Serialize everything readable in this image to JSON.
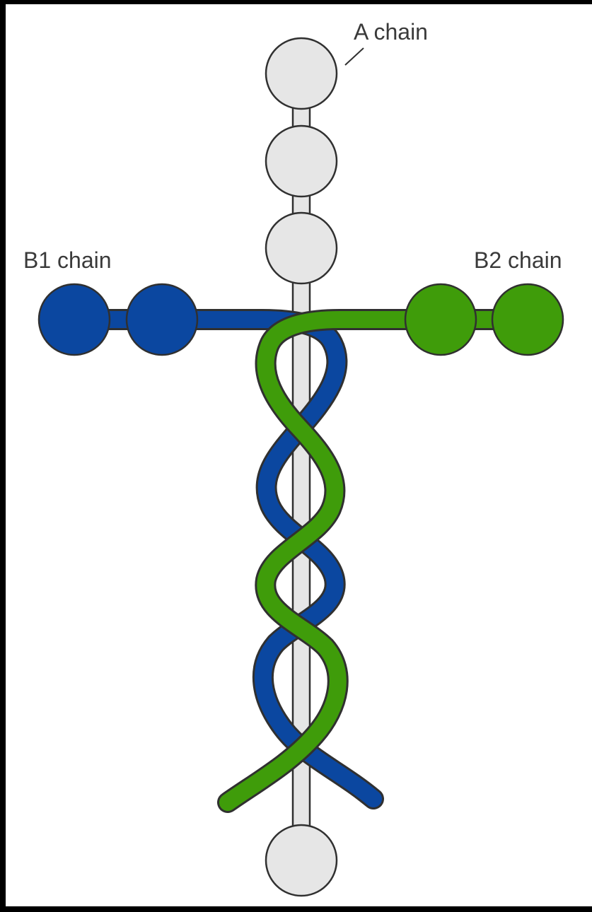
{
  "labels": {
    "a_chain": "A chain",
    "b1_chain": "B1 chain",
    "b2_chain": "B2 chain"
  },
  "colors": {
    "a_chain": "#e6e6e6",
    "b1_chain": "#0b47a0",
    "b2_chain": "#3f9c0a",
    "outline": "#303030"
  }
}
